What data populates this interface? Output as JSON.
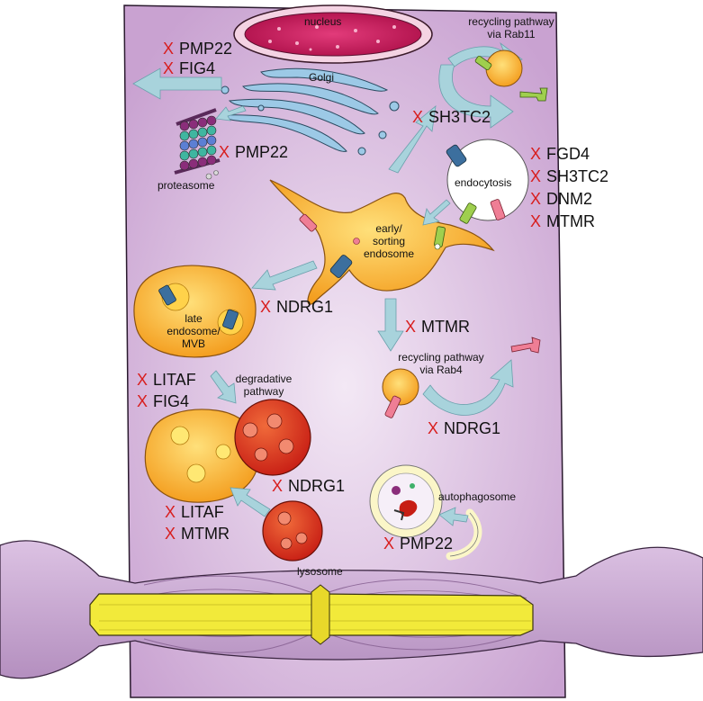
{
  "colors": {
    "cell": "#d9b8df",
    "axon": "#cba9d3",
    "axon_core": "#f2ea3a",
    "endosome": "#f7b325",
    "lysosome": "#e2361e",
    "arrow": "#a8d3dc",
    "x_mark": "#d81e1e",
    "nucleus": "#c8175b",
    "golgi": "#8fbfe0",
    "receptor_blue": "#3c6f9e",
    "receptor_pink": "#ef7e95",
    "receptor_green": "#9fcf4e"
  },
  "labels": {
    "nucleus": "nucleus",
    "golgi": "Golgi",
    "recycling_rab11": [
      "recycling pathway",
      "via Rab11"
    ],
    "proteasome": "proteasome",
    "endocytosis": "endocytosis",
    "early_endosome": [
      "early/",
      "sorting",
      "endosome"
    ],
    "late_endosome": [
      "late",
      "endosome/",
      "MVB"
    ],
    "degradative": [
      "degradative",
      "pathway"
    ],
    "recycling_rab4": [
      "recycling pathway",
      "via Rab4"
    ],
    "autophagosome": "autophagosome",
    "lysosome": "lysosome"
  },
  "x_mark": "X",
  "genes": {
    "secretory": [
      "PMP22",
      "FIG4"
    ],
    "proteasome": [
      "PMP22"
    ],
    "rab11": [
      "SH3TC2"
    ],
    "endocytosis": [
      "FGD4",
      "SH3TC2",
      "DNM2",
      "MTMR"
    ],
    "late": [
      "NDRG1"
    ],
    "rab4_in": [
      "MTMR"
    ],
    "degradative": [
      "LITAF",
      "FIG4"
    ],
    "rab4_out": [
      "NDRG1"
    ],
    "lysosome_fusion": [
      "NDRG1"
    ],
    "lysosome": [
      "LITAF",
      "MTMR"
    ],
    "autophagy": [
      "PMP22"
    ]
  }
}
